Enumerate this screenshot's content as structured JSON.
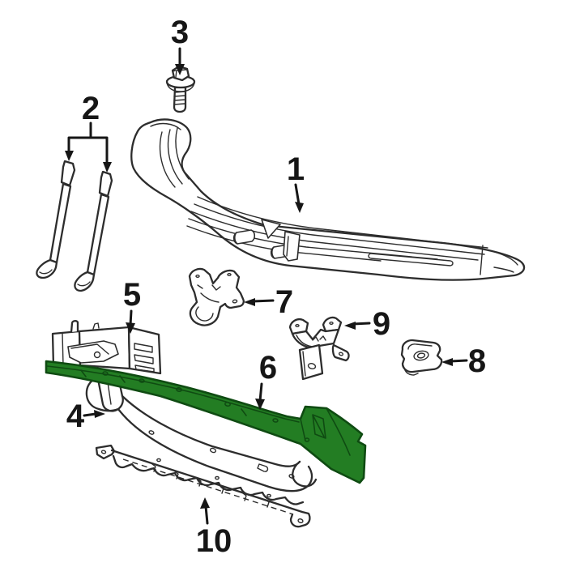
{
  "diagram": {
    "background_color": "#ffffff",
    "line_color": "#2d2d2d",
    "label_color": "#161616",
    "highlighted_part": {
      "callout": "6",
      "fill": "#237d23",
      "stroke": "#0f4b12"
    },
    "callouts": {
      "c1": {
        "label": "1"
      },
      "c2": {
        "label": "2"
      },
      "c3": {
        "label": "3"
      },
      "c4": {
        "label": "4"
      },
      "c5": {
        "label": "5"
      },
      "c6": {
        "label": "6"
      },
      "c7": {
        "label": "7"
      },
      "c8": {
        "label": "8"
      },
      "c9": {
        "label": "9"
      },
      "c10": {
        "label": "10"
      }
    }
  }
}
